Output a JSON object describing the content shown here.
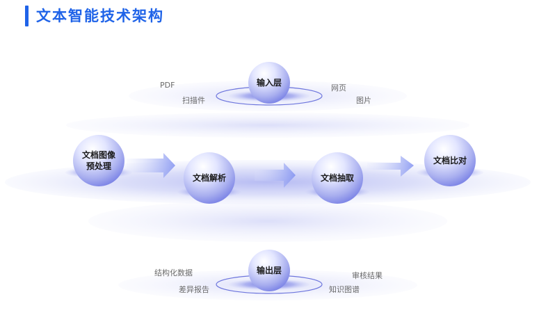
{
  "title": "文本智能技术架构",
  "colors": {
    "accent": "#1f63e8",
    "disc": "#c9cdf6",
    "sphere_light": "#eef0ff",
    "sphere_dark": "#8c93ee"
  },
  "input_layer": {
    "label": "输入层",
    "items": {
      "pdf": "PDF",
      "scan": "扫描件",
      "web": "网页",
      "image": "图片"
    }
  },
  "processing": {
    "preprocess": {
      "line1": "文档图像",
      "line2": "预处理"
    },
    "parse": "文档解析",
    "extract": "文档抽取",
    "compare": "文档比对"
  },
  "output_layer": {
    "label": "输出层",
    "items": {
      "structured": "结构化数据",
      "diff": "差异报告",
      "review": "审核结果",
      "kg": "知识图谱"
    }
  }
}
